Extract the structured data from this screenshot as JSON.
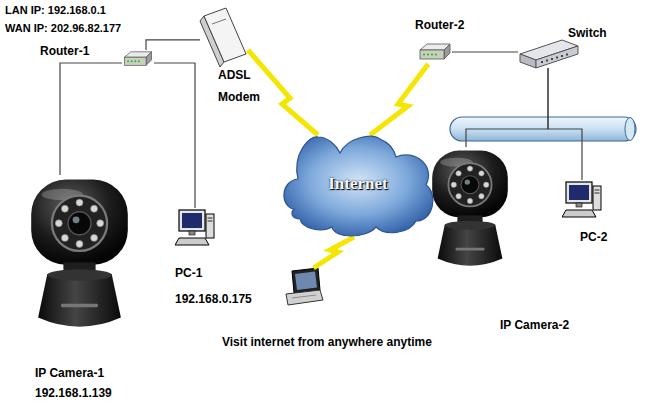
{
  "diagram": {
    "nodes": [
      {
        "text": [
          "Router-1"
        ]
      },
      {
        "text": [
          "ADSL Modem"
        ]
      },
      {
        "text": [
          "Router-2"
        ]
      },
      {
        "text": [
          "Switch"
        ]
      },
      {
        "text": [
          "Internet"
        ]
      },
      {
        "text": [
          "IP Camera-1",
          "192.168.1.139"
        ]
      },
      {
        "text": [
          "PC-1",
          "192.168.0.175"
        ]
      },
      {
        "text": [
          "IP Camera-2"
        ]
      },
      {
        "text": [
          "PC-2"
        ]
      },
      {
        "text": [
          "Visit internet from anywhere anytime"
        ]
      }
    ],
    "edges": [
      {
        "from": 0,
        "to": 1,
        "arrow": "none"
      },
      {
        "from": 0,
        "to": 5,
        "arrow": "none"
      },
      {
        "from": 0,
        "to": 6,
        "arrow": "none"
      },
      {
        "from": 1,
        "to": 4,
        "arrow": "none"
      },
      {
        "from": 2,
        "to": 4,
        "arrow": "none"
      },
      {
        "from": 9,
        "to": 4,
        "arrow": "none"
      },
      {
        "from": 2,
        "to": 3,
        "arrow": "none"
      },
      {
        "from": 3,
        "to": 7,
        "arrow": "none"
      },
      {
        "from": 3,
        "to": 8,
        "arrow": "none"
      }
    ],
    "labels": [
      "LAN IP: 192.168.0.1",
      "WAN IP: 202.96.82.177"
    ]
  }
}
